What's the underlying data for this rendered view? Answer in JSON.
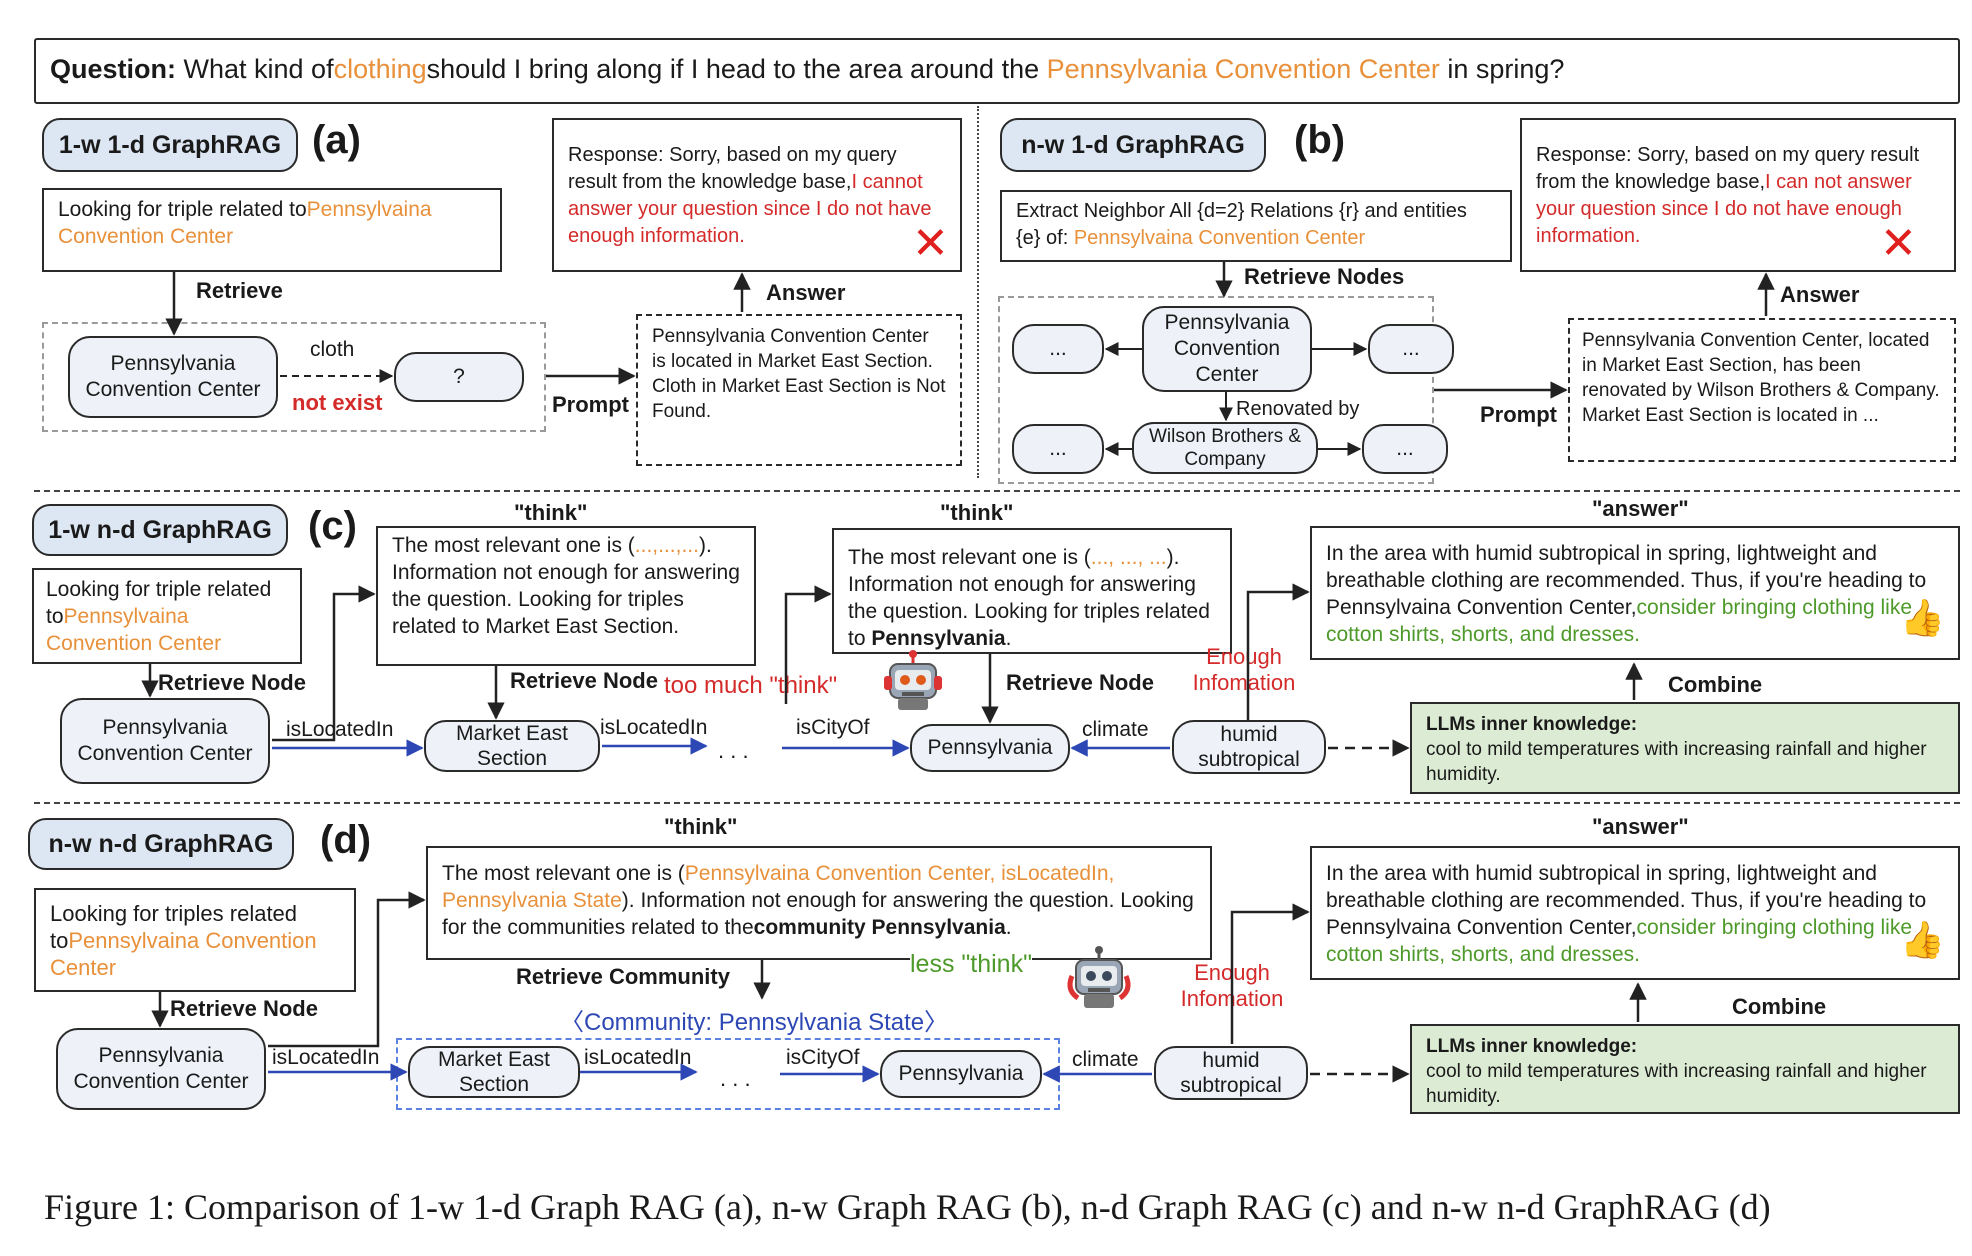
{
  "question": {
    "label": "Question:",
    "part1": " What kind of",
    "hl1": "clothing",
    "part2": "should I bring along if I head to the area around the ",
    "hl2": "Pennsylvania Convention Center",
    "part3": " in spring?"
  },
  "panel_a": {
    "tag": "1-w 1-d GraphRAG",
    "letter": "(a)",
    "query_pre": "Looking for triple related to",
    "query_hl": "Pennsylvaina Convention Center",
    "retrieve": "Retrieve",
    "node_main": "Pennsylvania Convention Center",
    "edge": "cloth",
    "node_unknown": "?",
    "not_exist": "not exist",
    "prompt": "Prompt",
    "context": "Pennsylvania Convention Center is located in Market East Section. Cloth in Market East Section is Not Found.",
    "answer": "Answer",
    "response_pre": "Response: Sorry, based on my query result from the knowledge base,",
    "response_red": "I cannot answer your question since I do not have enough information."
  },
  "panel_b": {
    "tag": "n-w 1-d GraphRAG",
    "letter": "(b)",
    "query_pre": "Extract Neighbor All {d=2} Relations {r} and entities {e} of: ",
    "query_hl": "Pennsylvaina Convention Center",
    "retrieve": "Retrieve Nodes",
    "node_center": "Pennsylvania Convention Center",
    "ellipsis": "...",
    "edge": "Renovated by",
    "node_wilson": "Wilson Brothers & Company",
    "prompt": "Prompt",
    "context": "Pennsylvania Convention Center, located in Market East Section, has been renovated by Wilson Brothers & Company. Market East Section is located in ...",
    "answer": "Answer",
    "response_pre": "Response: Sorry, based on my query result from the knowledge base,",
    "response_red": "I can not answer your question since I do not have enough information."
  },
  "panel_c": {
    "tag": "1-w n-d GraphRAG",
    "letter": "(c)",
    "query_pre": "Looking for triple related to",
    "query_hl": "Pennsylvaina Convention Center",
    "retrieve_node": "Retrieve Node",
    "think_label": "\"think\"",
    "think1_pre": "The most relevant one is (",
    "think1_hl": "...,...,...",
    "think1_post": "). Information not enough for answering the question. Looking for triples related to Market East Section.",
    "think2_pre": "The most relevant one is (",
    "think2_hl": "..., ..., ...",
    "think2_post": "). Information not enough for answering the question. Looking for triples related to ",
    "think2_bold": "Pennsylvania",
    "think2_end": ".",
    "too_much": "too much \"think\"",
    "node1": "Pennsylvania Convention Center",
    "e1": "isLocatedIn",
    "node2": "Market East Section",
    "e2": "isLocatedIn",
    "dots": ". . .",
    "e3": "isCityOf",
    "node3": "Pennsylvania",
    "e4": "climate",
    "node4": "humid subtropical",
    "enough": "Enough Infomation",
    "answer_label": "\"answer\"",
    "answer_pre": "In the area with humid subtropical in spring, lightweight and breathable clothing are recommended. Thus, if you're heading to Pennsylvaina Convention Center,",
    "answer_green": "consider bringing clothing like cotton shirts, shorts, and dresses.",
    "combine": "Combine",
    "knowledge_title": "LLMs inner knowledge:",
    "knowledge": "cool to mild temperatures with increasing rainfall and higher humidity."
  },
  "panel_d": {
    "tag": "n-w n-d GraphRAG",
    "letter": "(d)",
    "query_pre": "Looking for triples related to",
    "query_hl": "Pennsylvaina Convention Center",
    "retrieve_node": "Retrieve Node",
    "think_label": "\"think\"",
    "think_pre": "The most relevant one is (",
    "think_hl": "Pennsylvaina Convention Center, isLocatedIn, Pennsylvania State",
    "think_post": "). Information not enough for answering the question. Looking for the communities related to the",
    "think_bold": "community Pennsylvania",
    "think_end": ".",
    "retrieve_community": "Retrieve Community",
    "less": "less \"think\"",
    "community": "〈Community:  Pennsylvania State〉",
    "node1": "Pennsylvania Convention Center",
    "e1": "isLocatedIn",
    "node2": "Market East Section",
    "e2": "isLocatedIn",
    "dots": ". . .",
    "e3": "isCityOf",
    "node3": "Pennsylvania",
    "e4": "climate",
    "node4": "humid subtropical",
    "enough": "Enough Infomation",
    "answer_label": "\"answer\"",
    "answer_pre": "In the area with humid subtropical in spring, lightweight and breathable clothing are recommended. Thus, if you're heading to Pennsylvaina Convention Center,",
    "answer_green": "consider bringing clothing like cotton shirts, shorts, and dresses.",
    "combine": "Combine",
    "knowledge_title": "LLMs inner knowledge:",
    "knowledge": "cool to mild temperatures with increasing rainfall and higher humidity."
  },
  "caption": "Figure 1: Comparison of 1-w 1-d Graph RAG (a), n-w Graph RAG (b), n-d Graph RAG (c) and n-w n-d GraphRAG (d)",
  "icons": {
    "wrong": "cross-mark-icon",
    "thumb": "thumbs-up-icon",
    "robot": "robot-icon"
  },
  "colors": {
    "highlight": "#e8903a",
    "error": "#d42a2a",
    "answer": "#4d9a2a",
    "community": "#2d47b5",
    "knowledge_bg": "#dcebd3",
    "node_bg": "#eef2f8",
    "tag_bg": "#dde7f3"
  }
}
